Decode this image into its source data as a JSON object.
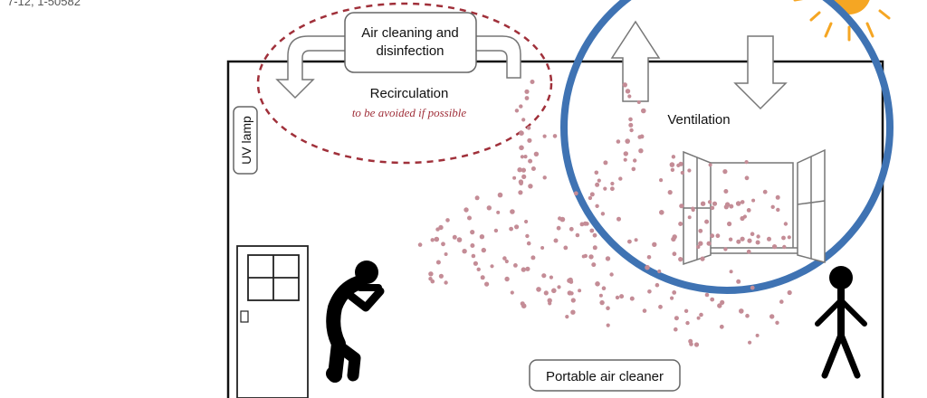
{
  "corner_text": "7-12, 1-50582",
  "labels": {
    "air_cleaning": [
      "Air cleaning and",
      "disinfection"
    ],
    "recirculation": "Recirculation",
    "avoid_note": "to be avoided if  possible",
    "ventilation": "Ventilation",
    "uv_lamp": "UV lamp",
    "portable_cleaner": "Portable air cleaner"
  },
  "colors": {
    "aerosol": "#c48c96",
    "recirculation_ring": "#a0303a",
    "ventilation_ring": "#3f73b3",
    "sun": "#f5a623",
    "figure": "#000000"
  }
}
